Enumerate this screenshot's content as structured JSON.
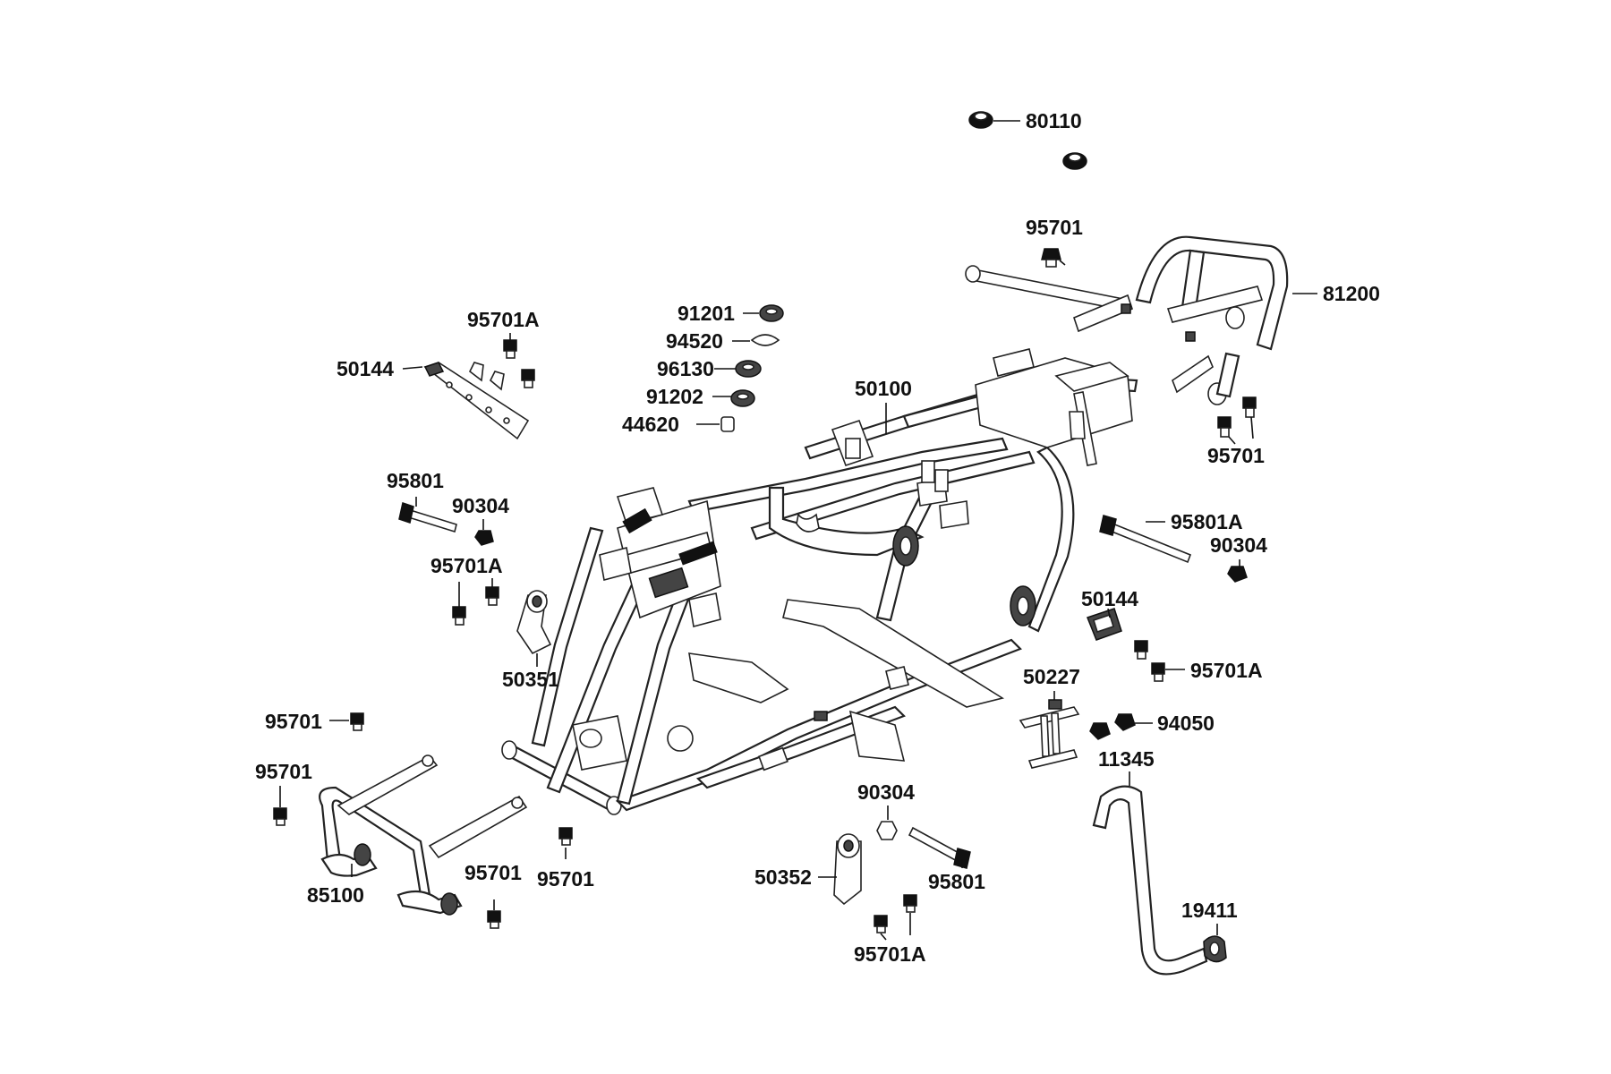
{
  "diagram": {
    "callouts": {
      "c80110": "80110",
      "c95701_top": "95701",
      "c81200": "81200",
      "c95701A_top": "95701A",
      "c50144_left": "50144",
      "c91201": "91201",
      "c94520": "94520",
      "c96130": "96130",
      "c91202": "91202",
      "c44620": "44620",
      "c50100": "50100",
      "c95701_right": "95701",
      "c95801_left": "95801",
      "c90304_left": "90304",
      "c95801A": "95801A",
      "c90304_right": "90304",
      "c95701A_midleft": "95701A",
      "c50144_right": "50144",
      "c95701A_right": "95701A",
      "c50351": "50351",
      "c50227": "50227",
      "c95701_left1": "95701",
      "c94050": "94050",
      "c95701_left2": "95701",
      "c11345": "11345",
      "c90304_bottom": "90304",
      "c95701_bottom1": "95701",
      "c95701_bottom2": "95701",
      "c85100": "85100",
      "c50352": "50352",
      "c95801_bottom": "95801",
      "c19411": "19411",
      "c95701A_bottom": "95701A"
    }
  }
}
